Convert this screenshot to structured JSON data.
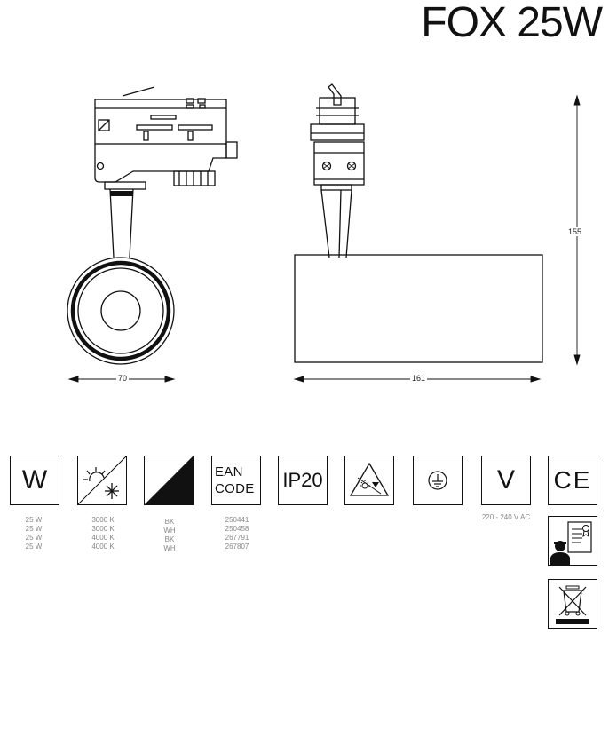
{
  "title": "FOX 25W",
  "dimensions": {
    "width_front": "70",
    "width_side": "161",
    "height": "155"
  },
  "icons": {
    "power_symbol": "W",
    "ean_line1": "EAN",
    "ean_line2": "CODE",
    "ip_rating": "IP20",
    "voltage_symbol": "V",
    "ce_mark": "CE",
    "color_temp_icon": "sun-snowflake-icon",
    "finish_icon": "black-white-finish-icon",
    "no_cover_icon": "no-insulation-cover-icon",
    "earth_icon": "protective-earth-icon",
    "installer_icon": "qualified-installer-icon",
    "weee_icon": "weee-bin-icon"
  },
  "specs": {
    "power": [
      "25 W",
      "25 W",
      "25 W",
      "25 W"
    ],
    "color_temperature": [
      "3000 K",
      "3000 K",
      "4000 K",
      "4000 K"
    ],
    "finish": [
      "BK",
      "WH",
      "BK",
      "WH"
    ],
    "ean_codes": [
      "250441",
      "250458",
      "267791",
      "267807"
    ],
    "voltage": "220 - 240 V AC"
  }
}
